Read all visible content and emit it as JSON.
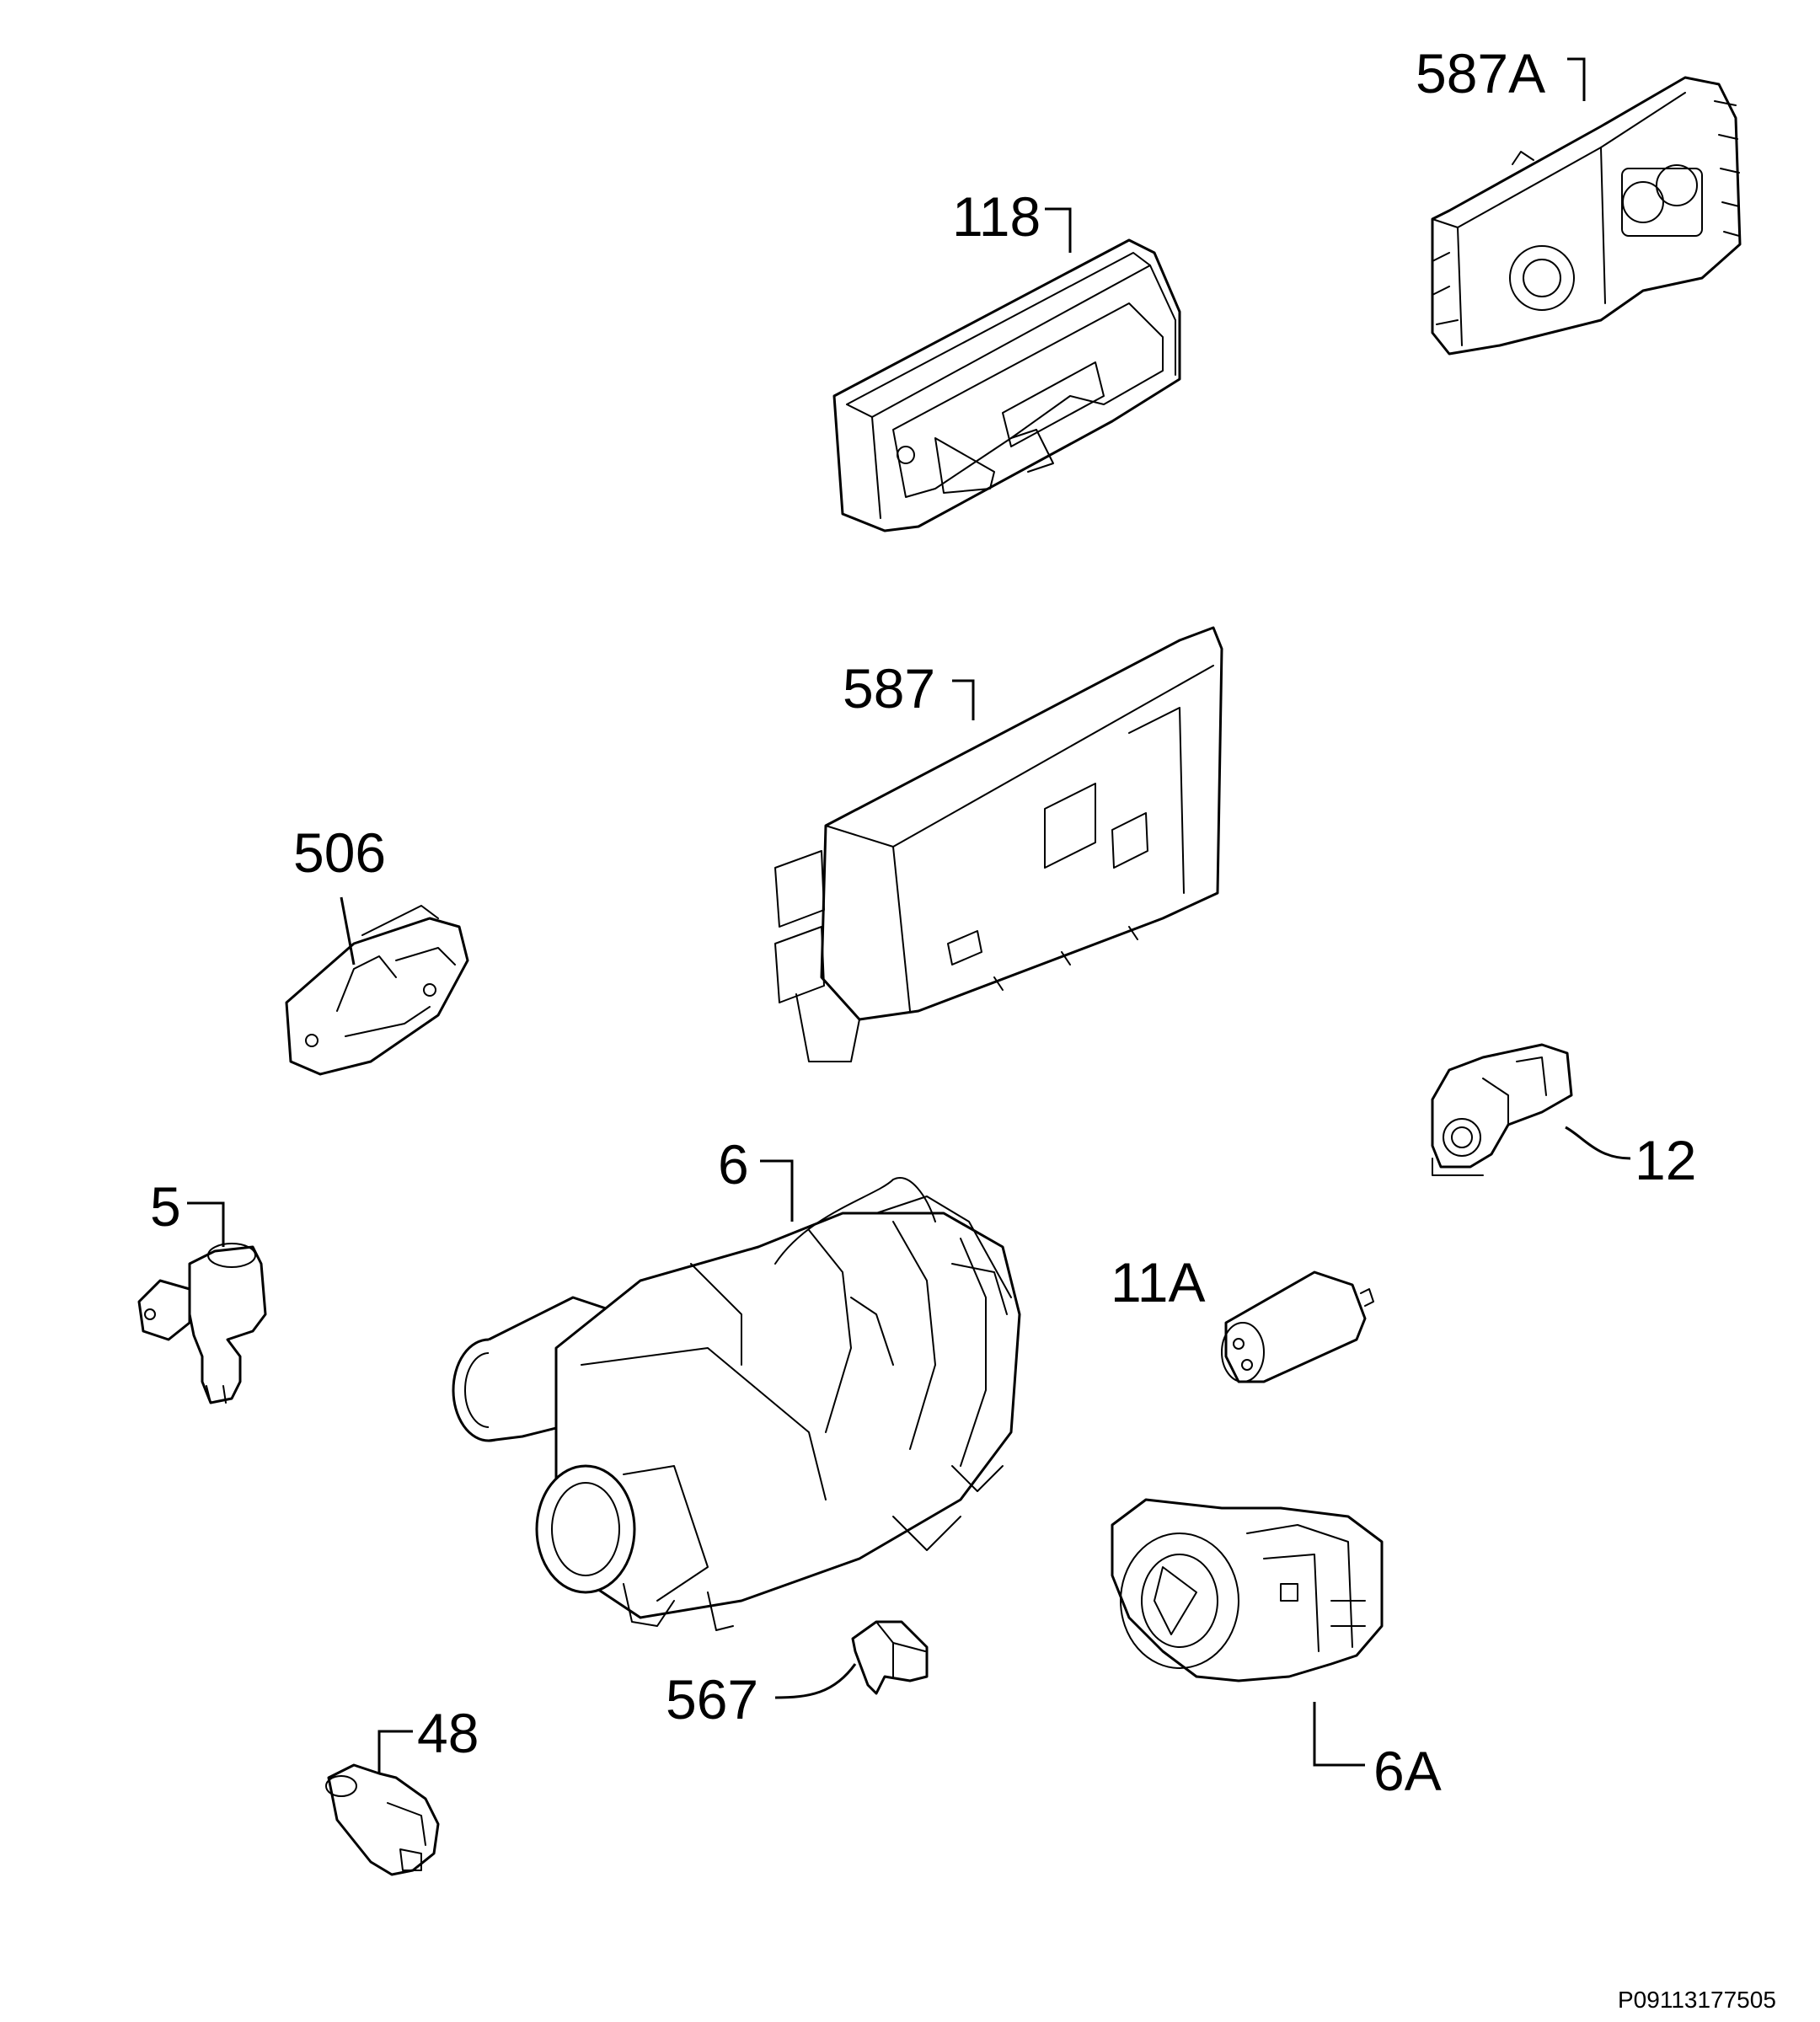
{
  "labels": {
    "p587a": "587A",
    "p118": "118",
    "p587": "587",
    "p506": "506",
    "p12": "12",
    "p6": "6",
    "p5": "5",
    "p11a": "11A",
    "p567": "567",
    "p48": "48",
    "p6a": "6A"
  },
  "footer_code": "P09113177505"
}
